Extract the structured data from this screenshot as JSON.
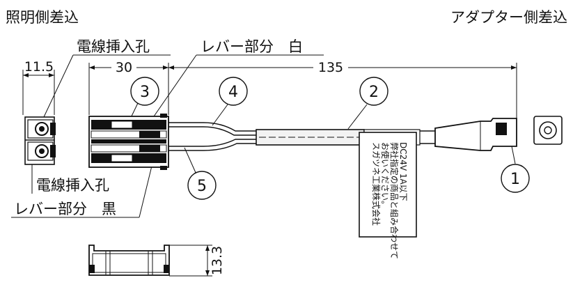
{
  "headings": {
    "left": "照明側差込",
    "right": "アダプター側差込"
  },
  "labels": {
    "insertion_hole_top": "電線挿入孔",
    "insertion_hole_bottom": "電線挿入孔",
    "lever_white": "レバー部分　白",
    "lever_black": "レバー部分　黒"
  },
  "dimensions": {
    "width_small": "11.5",
    "width_connector": "30",
    "cable_length": "135",
    "height": "13.3"
  },
  "callouts": [
    "1",
    "2",
    "3",
    "4",
    "5"
  ],
  "warning_label": {
    "line1": "DC24V 1A以下",
    "line2": "弊社指定の商品と組み合わせて",
    "line3": "お使いください。",
    "line4": "スガツネ工業株式会社"
  }
}
